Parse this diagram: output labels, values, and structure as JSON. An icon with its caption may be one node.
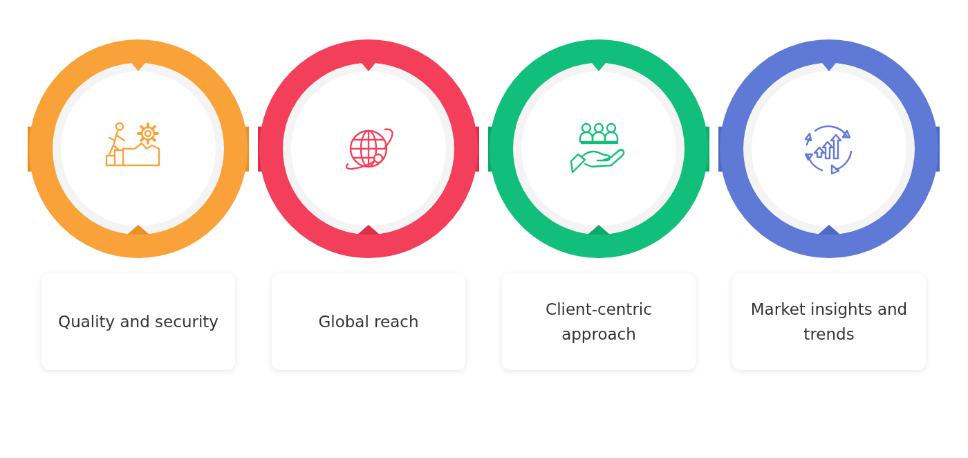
{
  "diagram": {
    "nodes": [
      {
        "text": [
          "Quality and security"
        ]
      },
      {
        "text": [
          "Global reach"
        ]
      },
      {
        "text": [
          "Client-centric approach"
        ]
      },
      {
        "text": [
          "Market insights and trends"
        ]
      }
    ],
    "edges": []
  }
}
